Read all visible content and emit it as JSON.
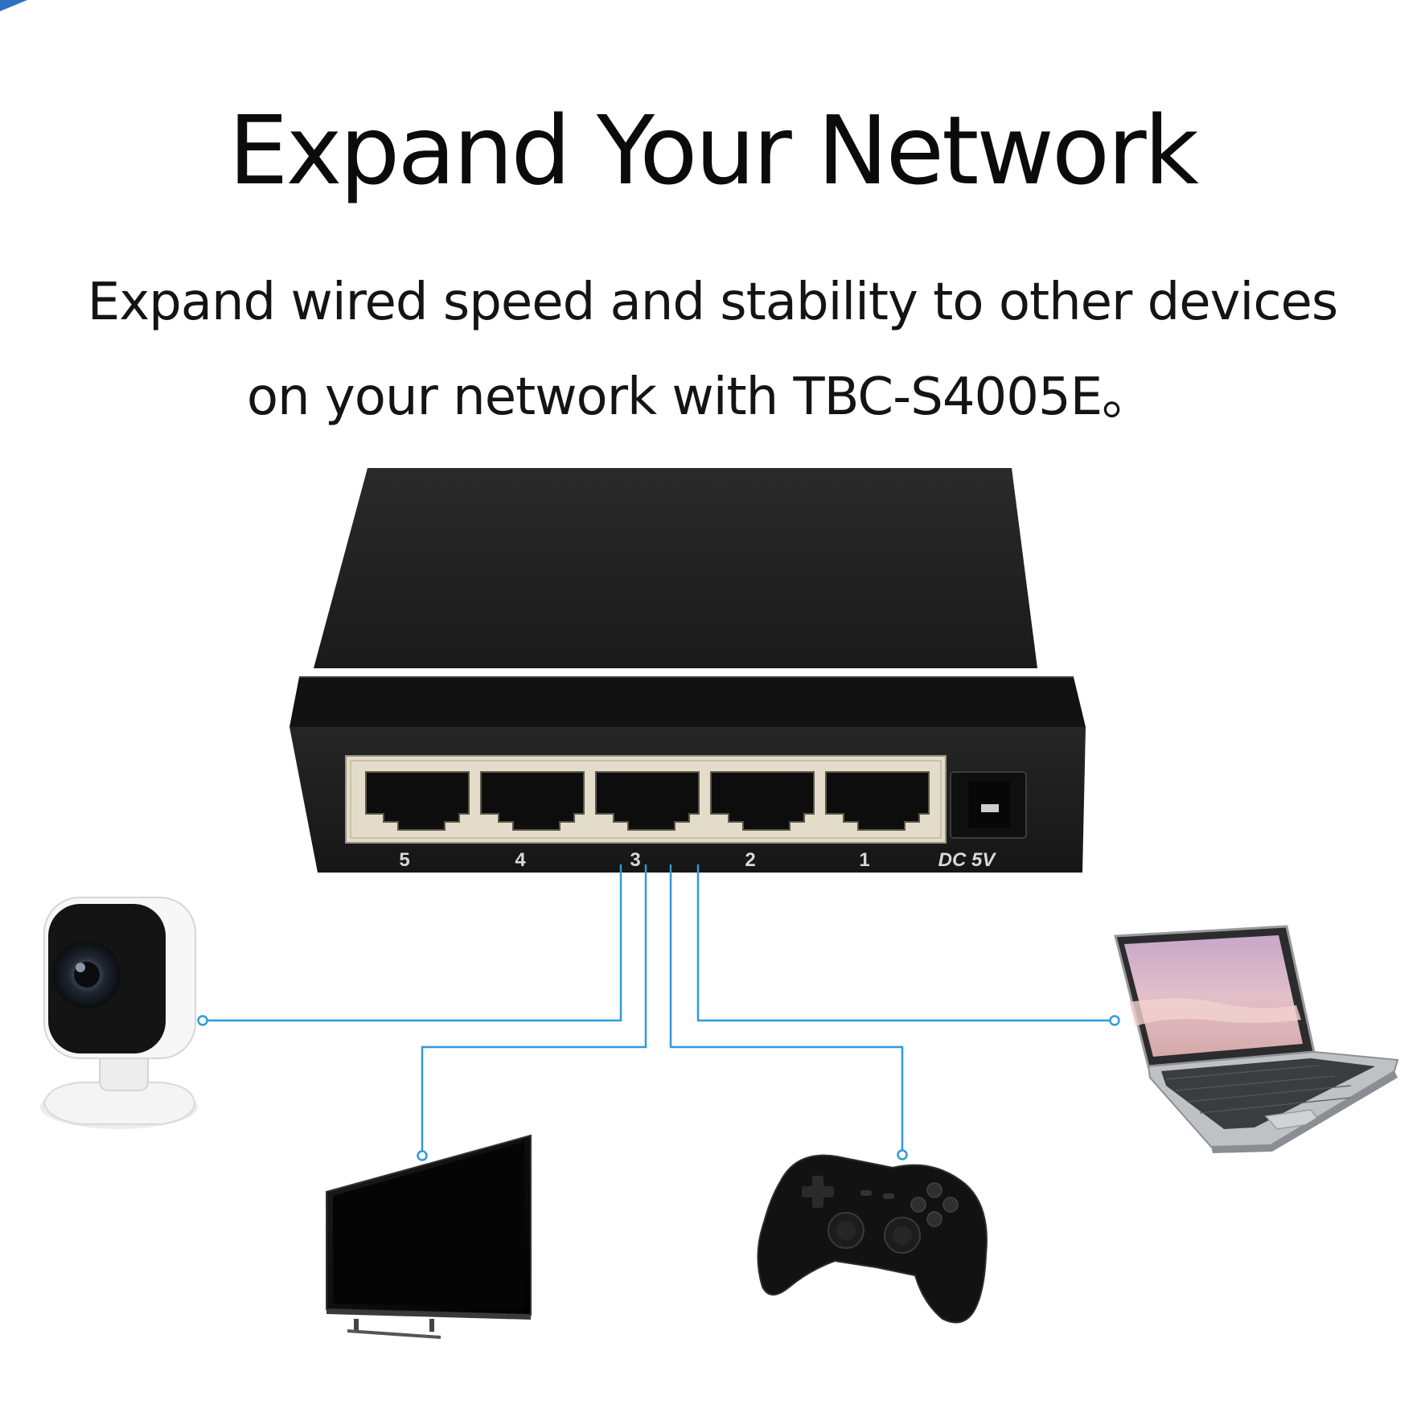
{
  "headline": "Expand Your Network",
  "subline_1": "Expand wired speed and stability to other devices",
  "subline_2": "on your network with TBC-S4005E。",
  "switch": {
    "port_labels": [
      "5",
      "4",
      "3",
      "2",
      "1"
    ],
    "power_label": "DC 5V"
  },
  "devices": [
    "camera",
    "tv",
    "gamepad",
    "laptop"
  ],
  "colors": {
    "connector_line": "#2f9ad8",
    "switch_body": "#1f1f1f",
    "port_frame": "#e3dccb",
    "corner_accent": "#2d6fc0"
  }
}
